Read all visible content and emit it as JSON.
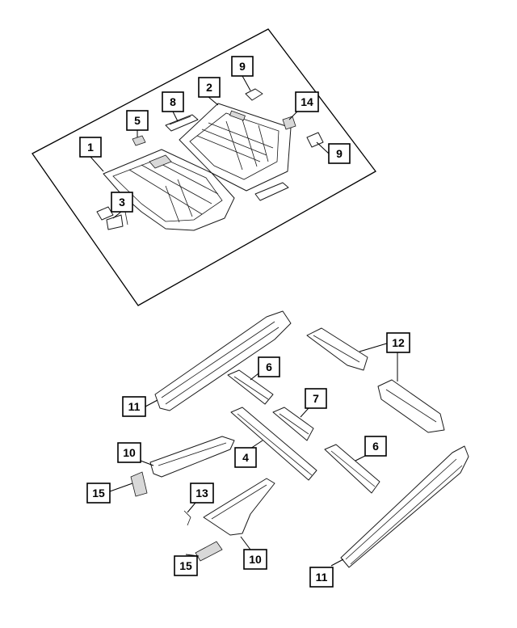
{
  "diagram": {
    "callouts": [
      {
        "label": "1"
      },
      {
        "label": "2"
      },
      {
        "label": "3"
      },
      {
        "label": "5"
      },
      {
        "label": "8"
      },
      {
        "label": "9"
      },
      {
        "label": "14"
      },
      {
        "label": "9"
      },
      {
        "label": "12"
      },
      {
        "label": "6"
      },
      {
        "label": "11"
      },
      {
        "label": "7"
      },
      {
        "label": "10"
      },
      {
        "label": "4"
      },
      {
        "label": "6"
      },
      {
        "label": "15"
      },
      {
        "label": "13"
      },
      {
        "label": "15"
      },
      {
        "label": "10"
      },
      {
        "label": "11"
      }
    ]
  }
}
